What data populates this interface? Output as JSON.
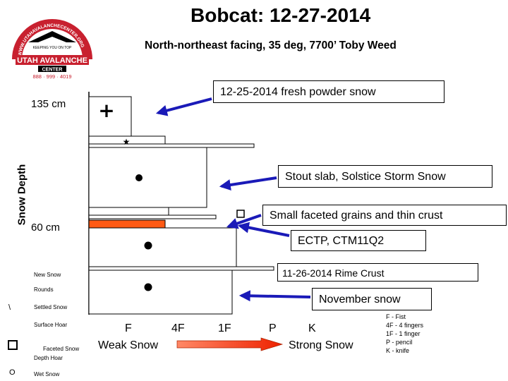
{
  "header": {
    "title": "Bobcat: 12-27-2014",
    "subtitle": "North-northeast facing, 35 deg, 7700’ Toby Weed"
  },
  "logo": {
    "arc_text": "WWW.UTAHAVALANCHECENTER.ORG",
    "ribbon_text": "KEEPING YOU ON TOP",
    "name": "UTAH AVALANCHE",
    "sub": "CENTER",
    "phone": "888 · 999 · 4019",
    "colors": {
      "red": "#c8202f",
      "black": "#000000"
    }
  },
  "axis": {
    "ylabel": "Snow Depth",
    "top_depth": "135 cm",
    "mid_depth": "60 cm"
  },
  "hardness_scale": [
    "F",
    "4F",
    "1F",
    "P",
    "K"
  ],
  "strength": {
    "weak": "Weak Snow",
    "strong": "Strong Snow",
    "arrow_color": "#ff4422"
  },
  "callouts": {
    "fresh": "12-25-2014 fresh powder snow",
    "stout": "Stout slab, Solstice Storm Snow",
    "faceted": "Small faceted grains and thin crust",
    "ectp": "ECTP, CTM11Q2",
    "rime": "11-26-2014 Rime Crust",
    "november": "November snow"
  },
  "legend": {
    "new_snow": "New Snow",
    "rounds": "Rounds",
    "settled_snow": "Settled Snow",
    "settled_symbol": "\\",
    "surface_hoar": "Surface Hoar",
    "faceted_snow": "Faceted Snow",
    "depth_hoar": "Depth Hoar",
    "wet_snow": "Wet Snow",
    "wet_symbol": "O"
  },
  "hardness_key": [
    "F - Fist",
    "4F - 4 fingers",
    "1F - 1 finger",
    "P - pencil",
    "K - knife"
  ],
  "layer_symbols": {
    "new_snow": "+",
    "star": "★"
  },
  "colors": {
    "arrow_blue": "#1a1ab8",
    "weak_layer": "#ff5a14"
  }
}
